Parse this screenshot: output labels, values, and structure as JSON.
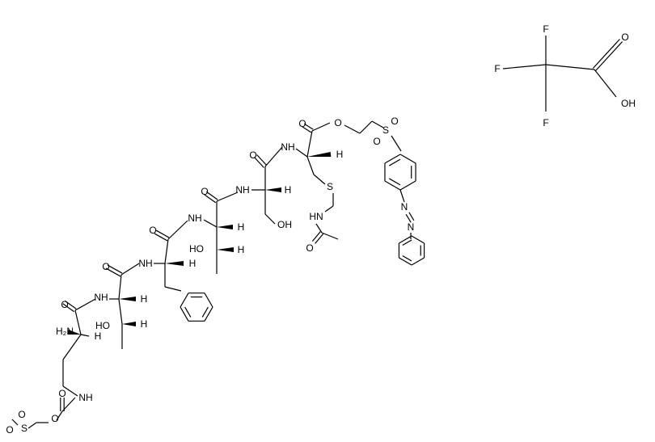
{
  "labels": {
    "N": "N",
    "H": "H",
    "O": "O",
    "S": "S",
    "F": "F",
    "NH": "NH",
    "HN": "HN",
    "H2N": "H₂N",
    "HO": "HO",
    "OH": "OH",
    "O_S": "O=S",
    "O_eq": "O"
  }
}
